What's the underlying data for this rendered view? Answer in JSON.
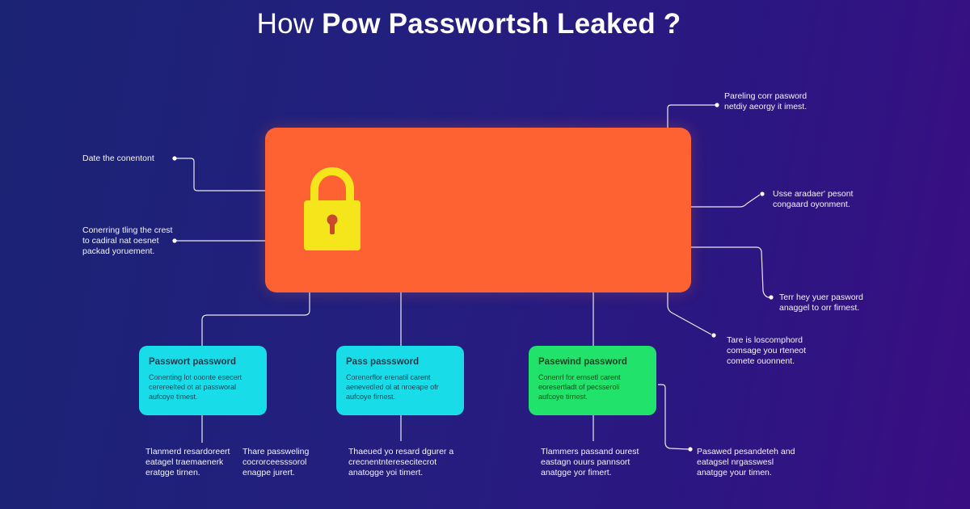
{
  "title": {
    "light": "How ",
    "bold": "Pow Passwortsh Leaked ?"
  },
  "icons": {
    "hero": "padlock-icon"
  },
  "colors": {
    "background_start": "#1b2374",
    "background_end": "#3a0e83",
    "hero_fill": "#fe6233",
    "lock_fill": "#f5e61c",
    "card_cyan": "#18dde9",
    "card_green": "#21e26a"
  },
  "cards": [
    {
      "title": "Passwort password",
      "body": "Conenting lot ooonte esecert\ncerereelted ot at passworal\naufcoye timest."
    },
    {
      "title": "Pass passsword",
      "body": "Corenerflor erenatil carent\naenevedled ol at nroeape ofr\naufcoye firnest."
    },
    {
      "title": "Pasewind password",
      "body": "Conenrl for ernsetl carent\neoresertladt of pecsseroli\naufcoye tirnest."
    }
  ],
  "labels": {
    "left_top": "Date the conentont",
    "left_bottom": "Conerring tling the crest\nto cadiral nat oesnet\npackad yoruement.",
    "right_1": "Pareling corr pasword\nnetdiy aeorgy it imest.",
    "right_2": "Usse aradaer' pesont\ncongaard oyonment.",
    "right_3": "Terr hey yuer pasword\nanaggel to orr firnest.",
    "right_4": "Tare is loscomphord\ncomsage you rteneot\ncomete ouonnent.",
    "bottom_1": "Tlanmerd resardoreert\neatagel traemaenerk\neratgge tirnen.",
    "bottom_2": "Thare passweling\ncocrorceesssorol\nenagpe jurert.",
    "bottom_3": "Thaeued yo resard dgurer a\ncrecnentnteresecitecrot\nanatogge yoi timert.",
    "bottom_4": "Tlammers passand ourest\neastagn ouurs pannsort\nanatgge yor fimert.",
    "bottom_5": "Pasawed pesandeteh and\neatagsel nrgasswesl\nanatgge your timen."
  }
}
